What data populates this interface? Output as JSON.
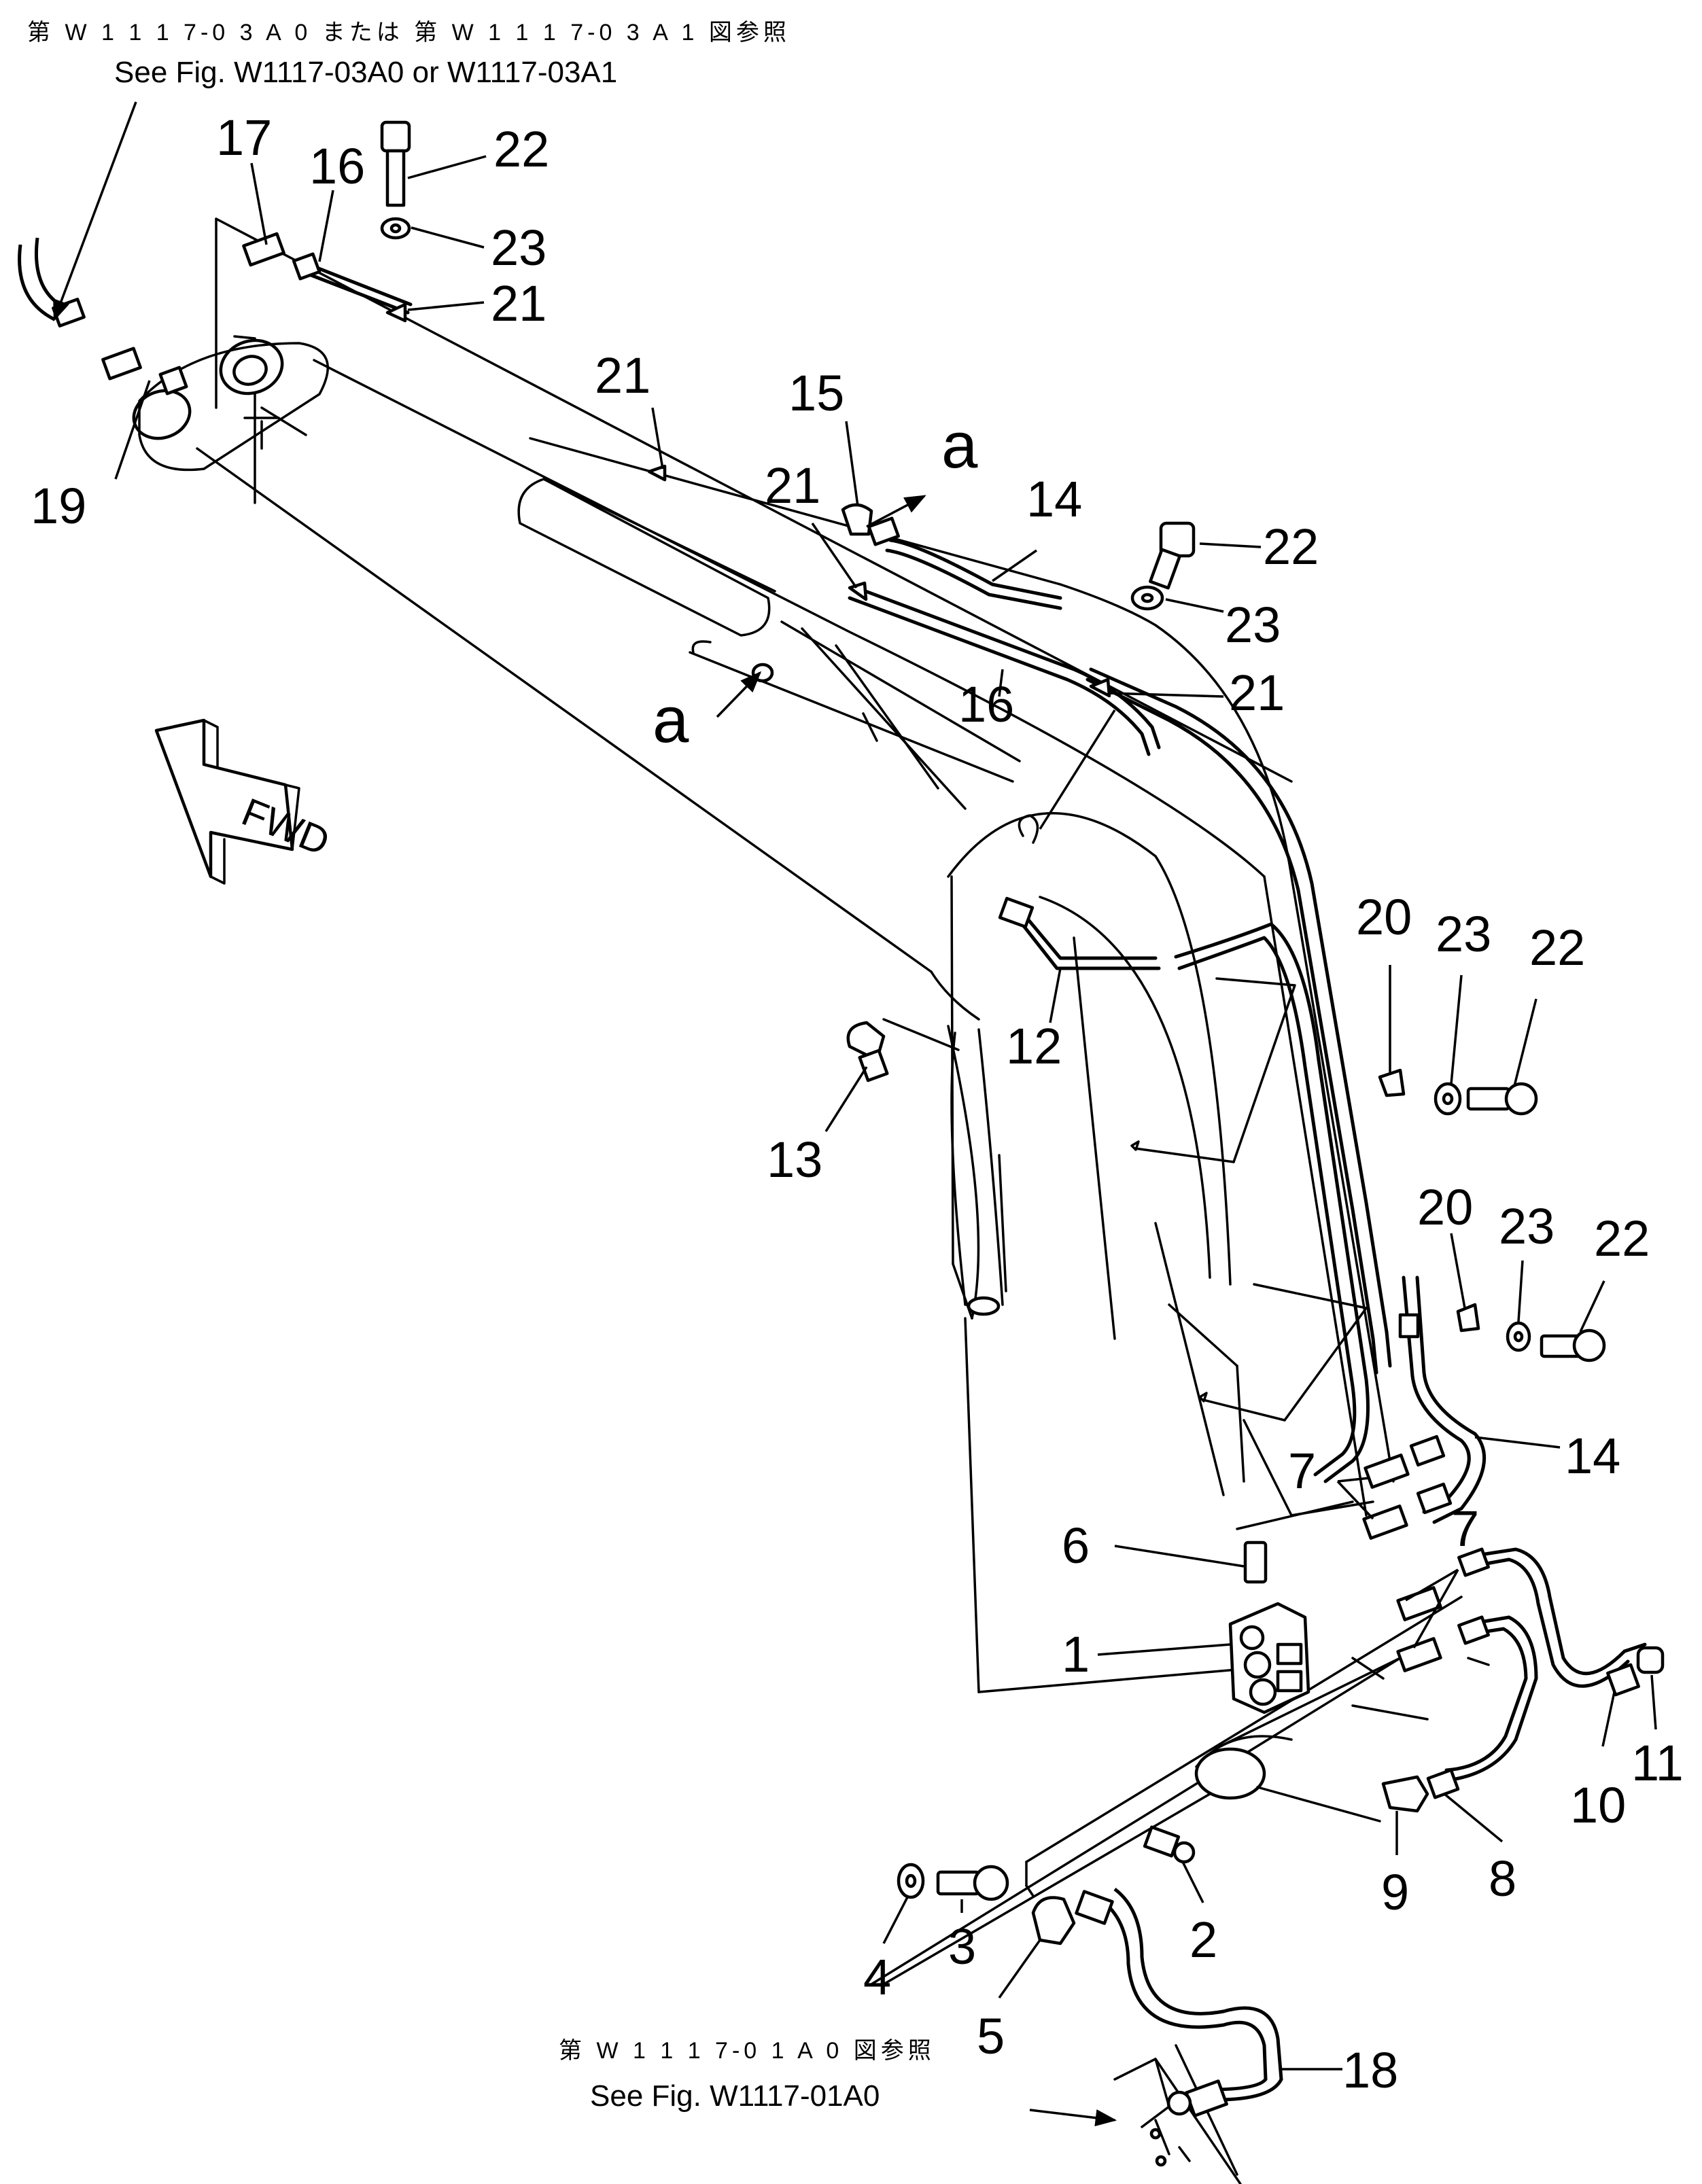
{
  "references": {
    "top_ja": "第 W 1 1 1 7-0 3 A 0 または 第 W 1 1 1 7-0 3 A 1 図参照",
    "top_en": "See Fig. W1117-03A0 or W1117-03A1",
    "bottom_ja": "第 W 1 1 1 7-0 1 A 0 図参照",
    "bottom_en": "See Fig. W1117-01A0"
  },
  "direction_marker": "FWD",
  "section_letter": "a",
  "callouts": {
    "c1": "1",
    "c2": "2",
    "c3": "3",
    "c4": "4",
    "c5": "5",
    "c6": "6",
    "c7a": "7",
    "c7b": "7",
    "c8": "8",
    "c9": "9",
    "c10": "10",
    "c11": "11",
    "c12": "12",
    "c13": "13",
    "c14a": "14",
    "c14b": "14",
    "c15": "15",
    "c16a": "16",
    "c16b": "16",
    "c17": "17",
    "c18": "18",
    "c19": "19",
    "c20a": "20",
    "c20b": "20",
    "c21a": "21",
    "c21b": "21",
    "c21c": "21",
    "c21d": "21",
    "c22a": "22",
    "c22b": "22",
    "c22c": "22",
    "c22d": "22",
    "c23a": "23",
    "c23b": "23",
    "c23c": "23",
    "c23d": "23"
  }
}
